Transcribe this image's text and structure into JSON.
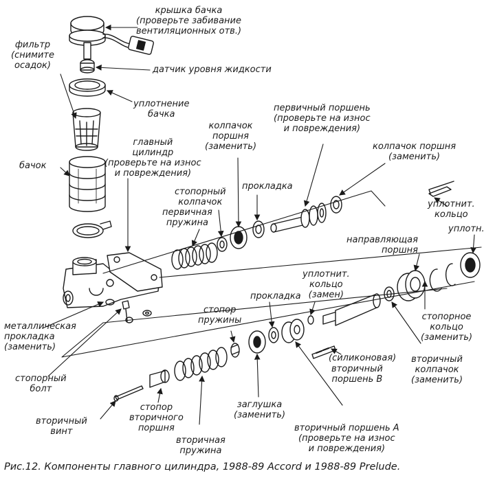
{
  "labels": {
    "cap": [
      "крышка бачка",
      "(проверьте забивание",
      "вентиляционных отв.)"
    ],
    "level_sensor": [
      "датчик уровня жидкости"
    ],
    "filter": [
      "фильтр",
      "(снимите",
      "осадок)"
    ],
    "reservoir_seal": [
      "уплотнение",
      "бачка"
    ],
    "reservoir": [
      "бачок"
    ],
    "master_cyl": [
      "главный",
      "цилиндр",
      "(проверьте на износ",
      "и повреждения)"
    ],
    "primary_piston": [
      "первичный поршень",
      "(проверьте на износ",
      "и повреждения)"
    ],
    "piston_cup": [
      "колпачок",
      "поршня",
      "(заменить)"
    ],
    "piston_cup2": [
      "колпачок поршня",
      "(заменить)"
    ],
    "gasket_top": [
      "прокладка"
    ],
    "stop_cap": [
      "стопорный",
      "колпачок"
    ],
    "primary_spring": [
      "первичная",
      "пружина"
    ],
    "o_ring_top": [
      "уплотнит.",
      "кольцо"
    ],
    "seal": [
      "уплотн."
    ],
    "guide": [
      "направляющая",
      "поршня"
    ],
    "o_ring_mid": [
      "уплотнит.",
      "кольцо",
      "(замен)"
    ],
    "gasket_mid": [
      "прокладка"
    ],
    "spring_stop": [
      "стопор",
      "пружины"
    ],
    "metal_gasket": [
      "металлическая",
      "прокладка",
      "(заменить)"
    ],
    "stop_bolt": [
      "стопорный",
      "болт"
    ],
    "silicone": [
      "(силиконовая)"
    ],
    "sec_piston_b": [
      "вторичный",
      "поршень B"
    ],
    "snap_ring": [
      "стопорное",
      "кольцо",
      "(заменить)"
    ],
    "sec_cup": [
      "вторичный",
      "колпачок",
      "(заменить)"
    ],
    "secondary_screw": [
      "вторичный",
      "винт"
    ],
    "sec_piston_stop": [
      "стопор",
      "вторичного",
      "поршня"
    ],
    "plug": [
      "заглушка",
      "(заменить)"
    ],
    "secondary_spring": [
      "вторичная",
      "пружина"
    ],
    "sec_piston_a": [
      "вторичный поршень A",
      "(проверьте на износ",
      "и повреждения)"
    ]
  },
  "caption": "Рис.12. Компоненты главного цилиндра, 1988-89 Accord и 1988-89 Prelude."
}
